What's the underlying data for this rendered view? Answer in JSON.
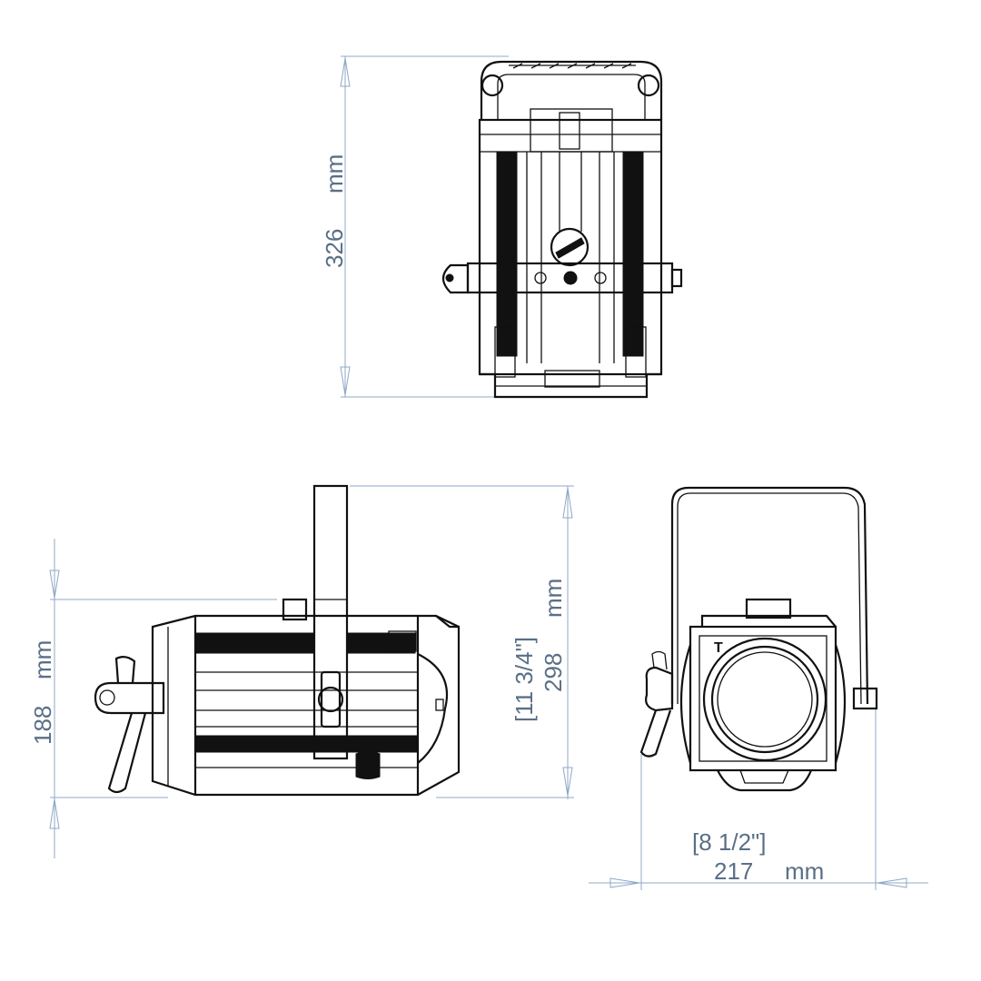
{
  "colors": {
    "dimension": "#8fa8c8",
    "dimension_text": "#5a6f86",
    "outline": "#111111",
    "background": "#ffffff"
  },
  "views": {
    "top": {
      "dimension": {
        "value": "326",
        "unit": "mm"
      }
    },
    "side": {
      "height_dimension": {
        "value": "188",
        "unit": "mm"
      },
      "length_dimension": {
        "value": "298",
        "unit": "mm",
        "imperial": "[11 3/4\"]"
      }
    },
    "front": {
      "width_dimension": {
        "value": "217",
        "unit": "mm",
        "imperial": "[8 1/2\"]"
      },
      "marker_label": "T"
    }
  }
}
